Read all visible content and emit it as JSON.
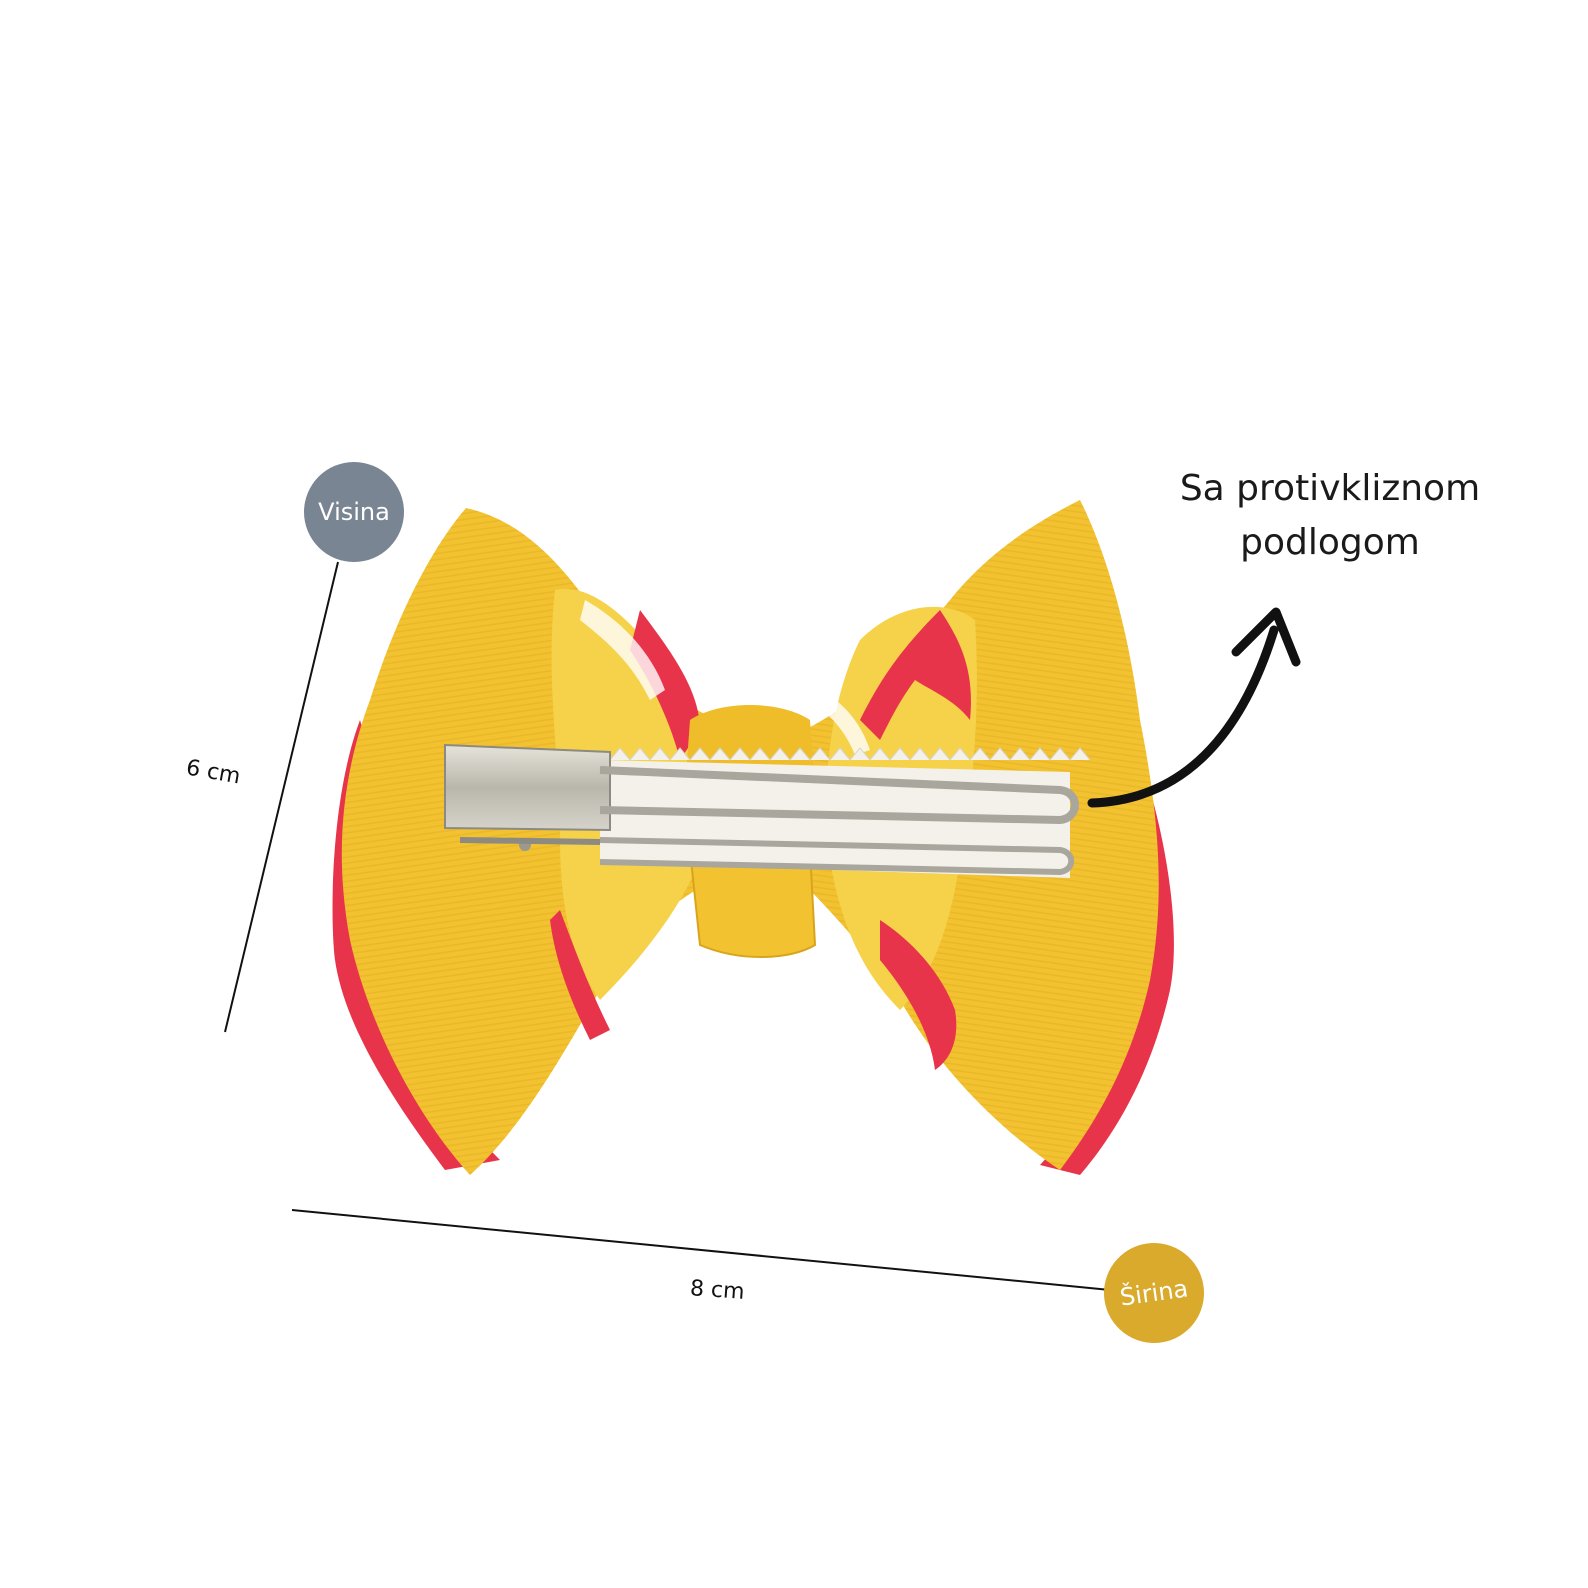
{
  "badges": {
    "height": {
      "label": "Visina",
      "color": "#7a8593"
    },
    "width": {
      "label": "Širina",
      "color": "#d9aa2c"
    }
  },
  "dimensions": {
    "height": "6 cm",
    "width": "8 cm"
  },
  "callout": {
    "line1": "Sa protivkliznom",
    "line2": "podlogom"
  },
  "product": {
    "ribbon_color": "#f2c230",
    "accent_color": "#e8344a",
    "clip_color": "#c9c6bd"
  }
}
